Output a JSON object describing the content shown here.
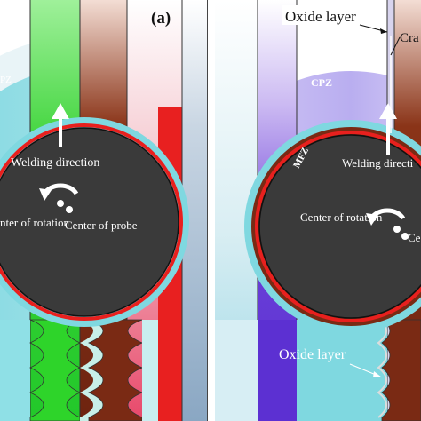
{
  "panel_a": {
    "tag": "(a)",
    "zone_label": "PZ",
    "welding_direction": "Welding direction",
    "center_of_rotation": "nter of rotation",
    "center_of_probe": "Center of probe"
  },
  "panel_b": {
    "oxide_layer_top": "Oxide layer",
    "crack_partial": "Cra",
    "cpz": "CPZ",
    "mfz": "MFZ",
    "welding_direction": "Welding directi",
    "center_of_rotation": "Center of rotation",
    "center_of_probe_partial": "Ce",
    "oxide_layer_bottom": "Oxide layer"
  },
  "colors": {
    "probe": "#3a3a3a",
    "ring_red": "#e8201e",
    "green": "#3ed43a",
    "brown": "#7a2a14",
    "red_zone": "#e81c1c",
    "cyan": "#7fd8e0",
    "blue_grey": "#8aa7c3",
    "purple": "#6a3fd8",
    "lavender": "#b9aef0"
  }
}
